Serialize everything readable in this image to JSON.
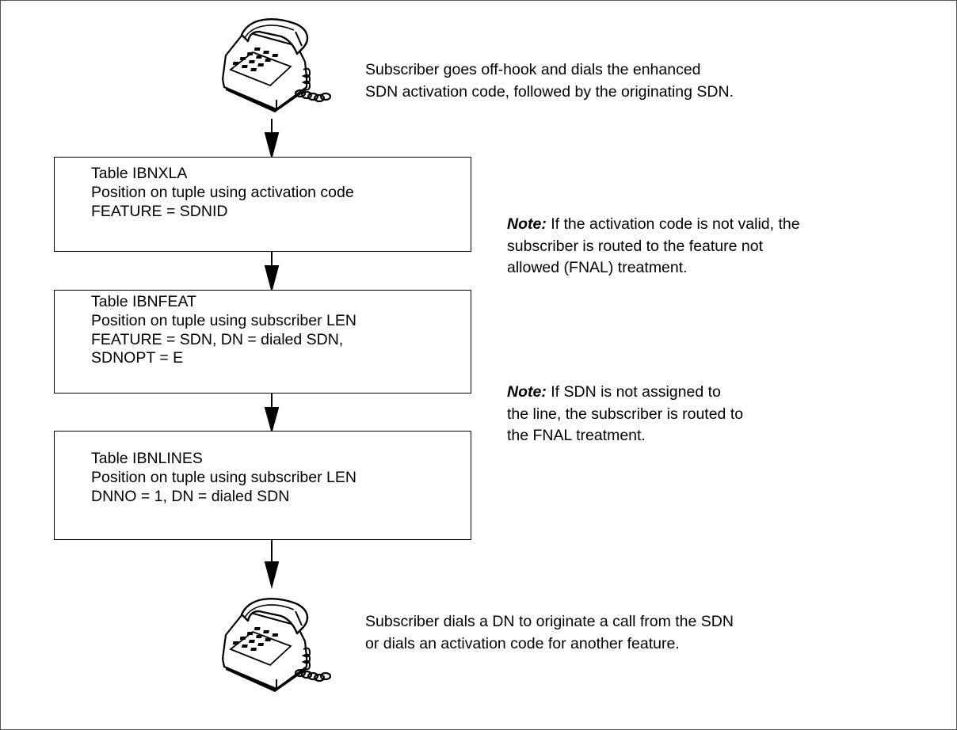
{
  "start_text": [
    "Subscriber goes off-hook and dials the enhanced",
    "SDN activation code, followed by the originating SDN."
  ],
  "boxes": [
    {
      "lines": [
        "Table IBNXLA",
        "Position on tuple using activation code",
        "FEATURE = SDNID"
      ]
    },
    {
      "lines": [
        "Table IBNFEAT",
        "Position on tuple using subscriber LEN",
        "FEATURE = SDN, DN = dialed SDN,",
        "SDNOPT = E"
      ]
    },
    {
      "lines": [
        "Table IBNLINES",
        "Position on tuple using subscriber LEN",
        "DNNO = 1, DN = dialed SDN"
      ]
    }
  ],
  "notes": [
    {
      "label": "Note:",
      "first": " If the activation code is not valid, the",
      "rest": [
        "subscriber is routed to the feature not",
        "allowed (FNAL) treatment."
      ]
    },
    {
      "label": "Note:",
      "first": " If SDN is not assigned to",
      "rest": [
        "the line, the subscriber is routed to",
        "the FNAL treatment."
      ]
    }
  ],
  "end_text": [
    "Subscriber dials a DN to originate a call from the SDN",
    "or dials an activation code for another feature."
  ]
}
